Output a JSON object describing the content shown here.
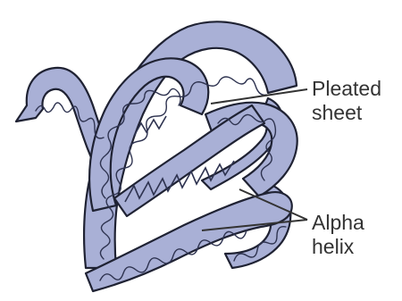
{
  "labels": {
    "pleated_sheet": [
      "Pleated",
      "sheet"
    ],
    "alpha_helix": [
      "Alpha",
      "helix"
    ]
  },
  "colors": {
    "ribbon_fill": "#a9b0d6",
    "ribbon_outline": "#1f2233",
    "inner_line": "#2e3350",
    "leader_line": "#333333",
    "text": "#333333"
  }
}
